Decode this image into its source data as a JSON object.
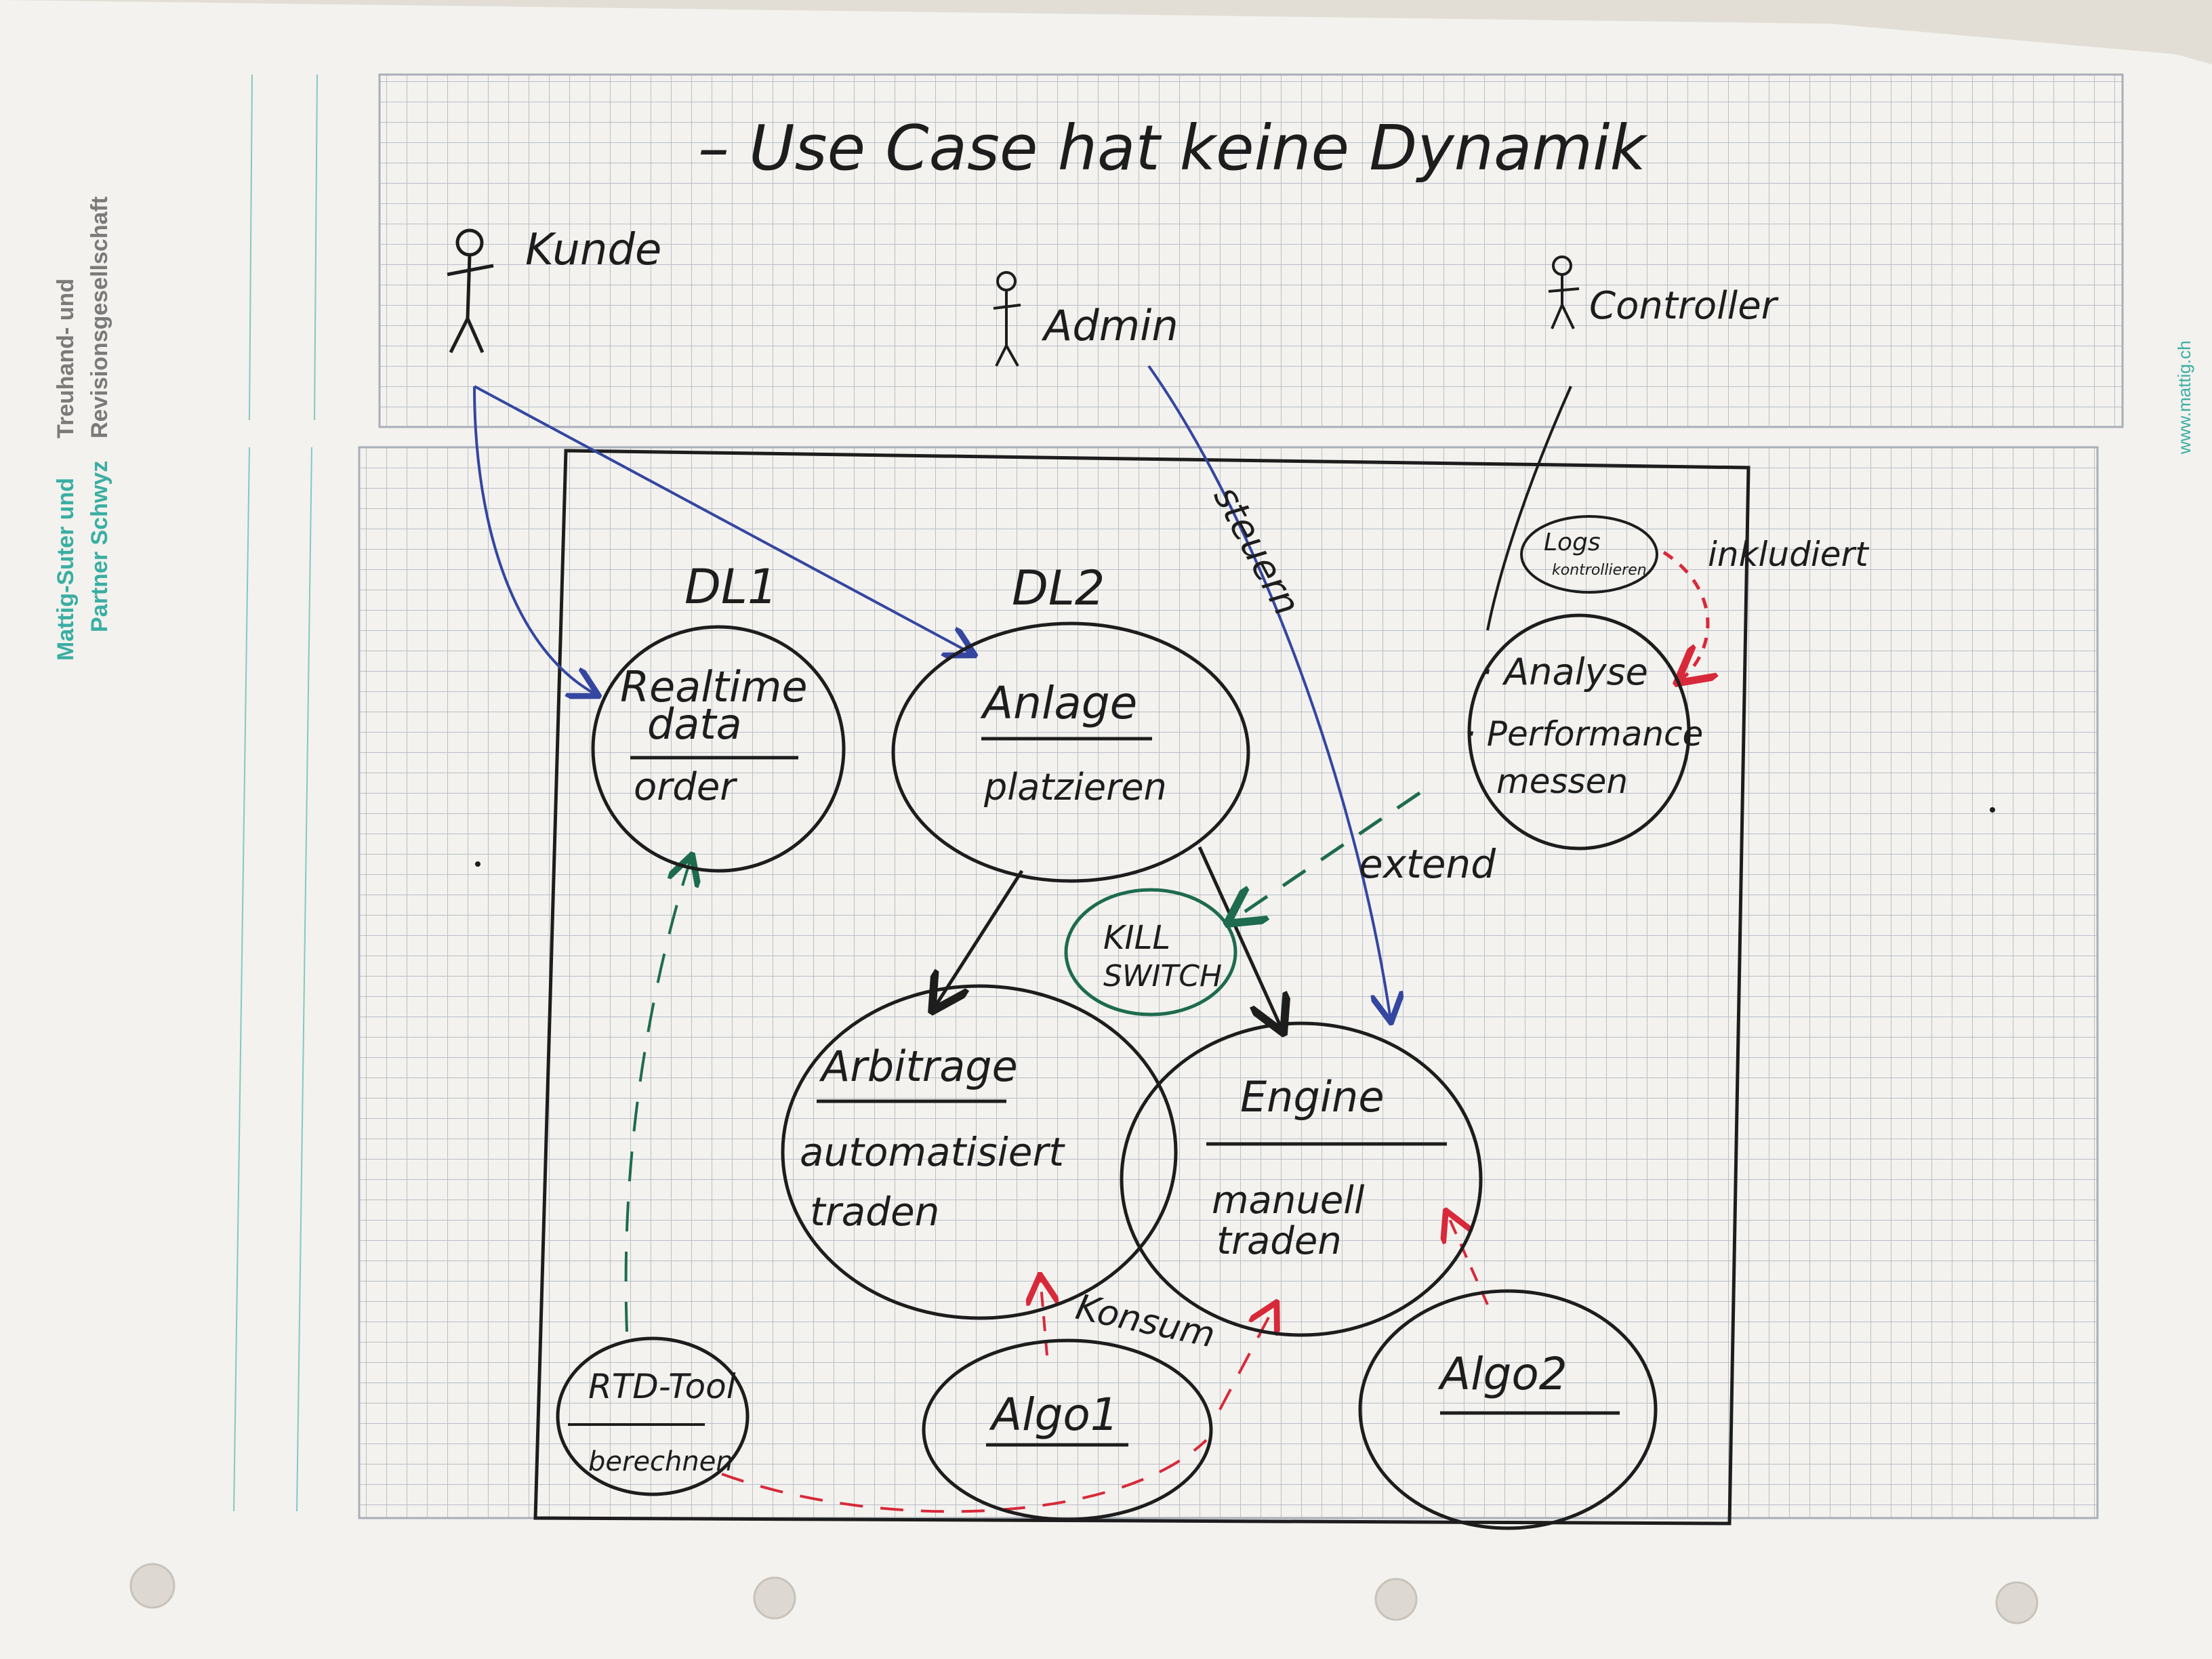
{
  "letterhead": {
    "company_line1a": "Mattig-Suter und",
    "company_line1b": "Treuhand- und",
    "company_line2a": "Partner Schwyz",
    "company_line2b": "Revisionsgesellschaft",
    "website": "www.mattig.ch",
    "brand_color": "#3aaea2"
  },
  "diagram": {
    "title": "– Use Case hat keine Dynamik",
    "actors": [
      {
        "name": "Kunde"
      },
      {
        "name": "Admin"
      },
      {
        "name": "Controller"
      }
    ],
    "groups": {
      "dl1": "DL1",
      "dl2": "DL2"
    },
    "use_cases": {
      "realtime": {
        "title1": "Realtime",
        "title2": "data",
        "sub": "order"
      },
      "anlage": {
        "title": "Anlage",
        "sub": "platzieren"
      },
      "analyse": {
        "line1": "· Analyse",
        "line2": "· Performance",
        "line3": "messen"
      },
      "logs": {
        "line1": "Logs",
        "line2": "kontrollieren"
      },
      "kill": {
        "line1": "KILL",
        "line2": "SWITCH"
      },
      "arbitrage": {
        "title": "Arbitrage",
        "sub1": "automatisiert",
        "sub2": "traden"
      },
      "engine": {
        "title": "Engine",
        "sub1": "manuell",
        "sub2": "traden"
      },
      "rtd": {
        "title": "RTD-Tool",
        "sub": "berechnen"
      },
      "algo1": {
        "title": "Algo1"
      },
      "algo2": {
        "title": "Algo2"
      }
    },
    "edge_labels": {
      "steuern": "steuern",
      "extend": "extend",
      "inkludiert": "inkludiert",
      "konsum": "Konsum"
    },
    "colors": {
      "ink": "#1d1d1d",
      "blue": "#3446a0",
      "green": "#1e6b4f",
      "red": "#d8293a",
      "grid": "#b9bec7"
    }
  }
}
